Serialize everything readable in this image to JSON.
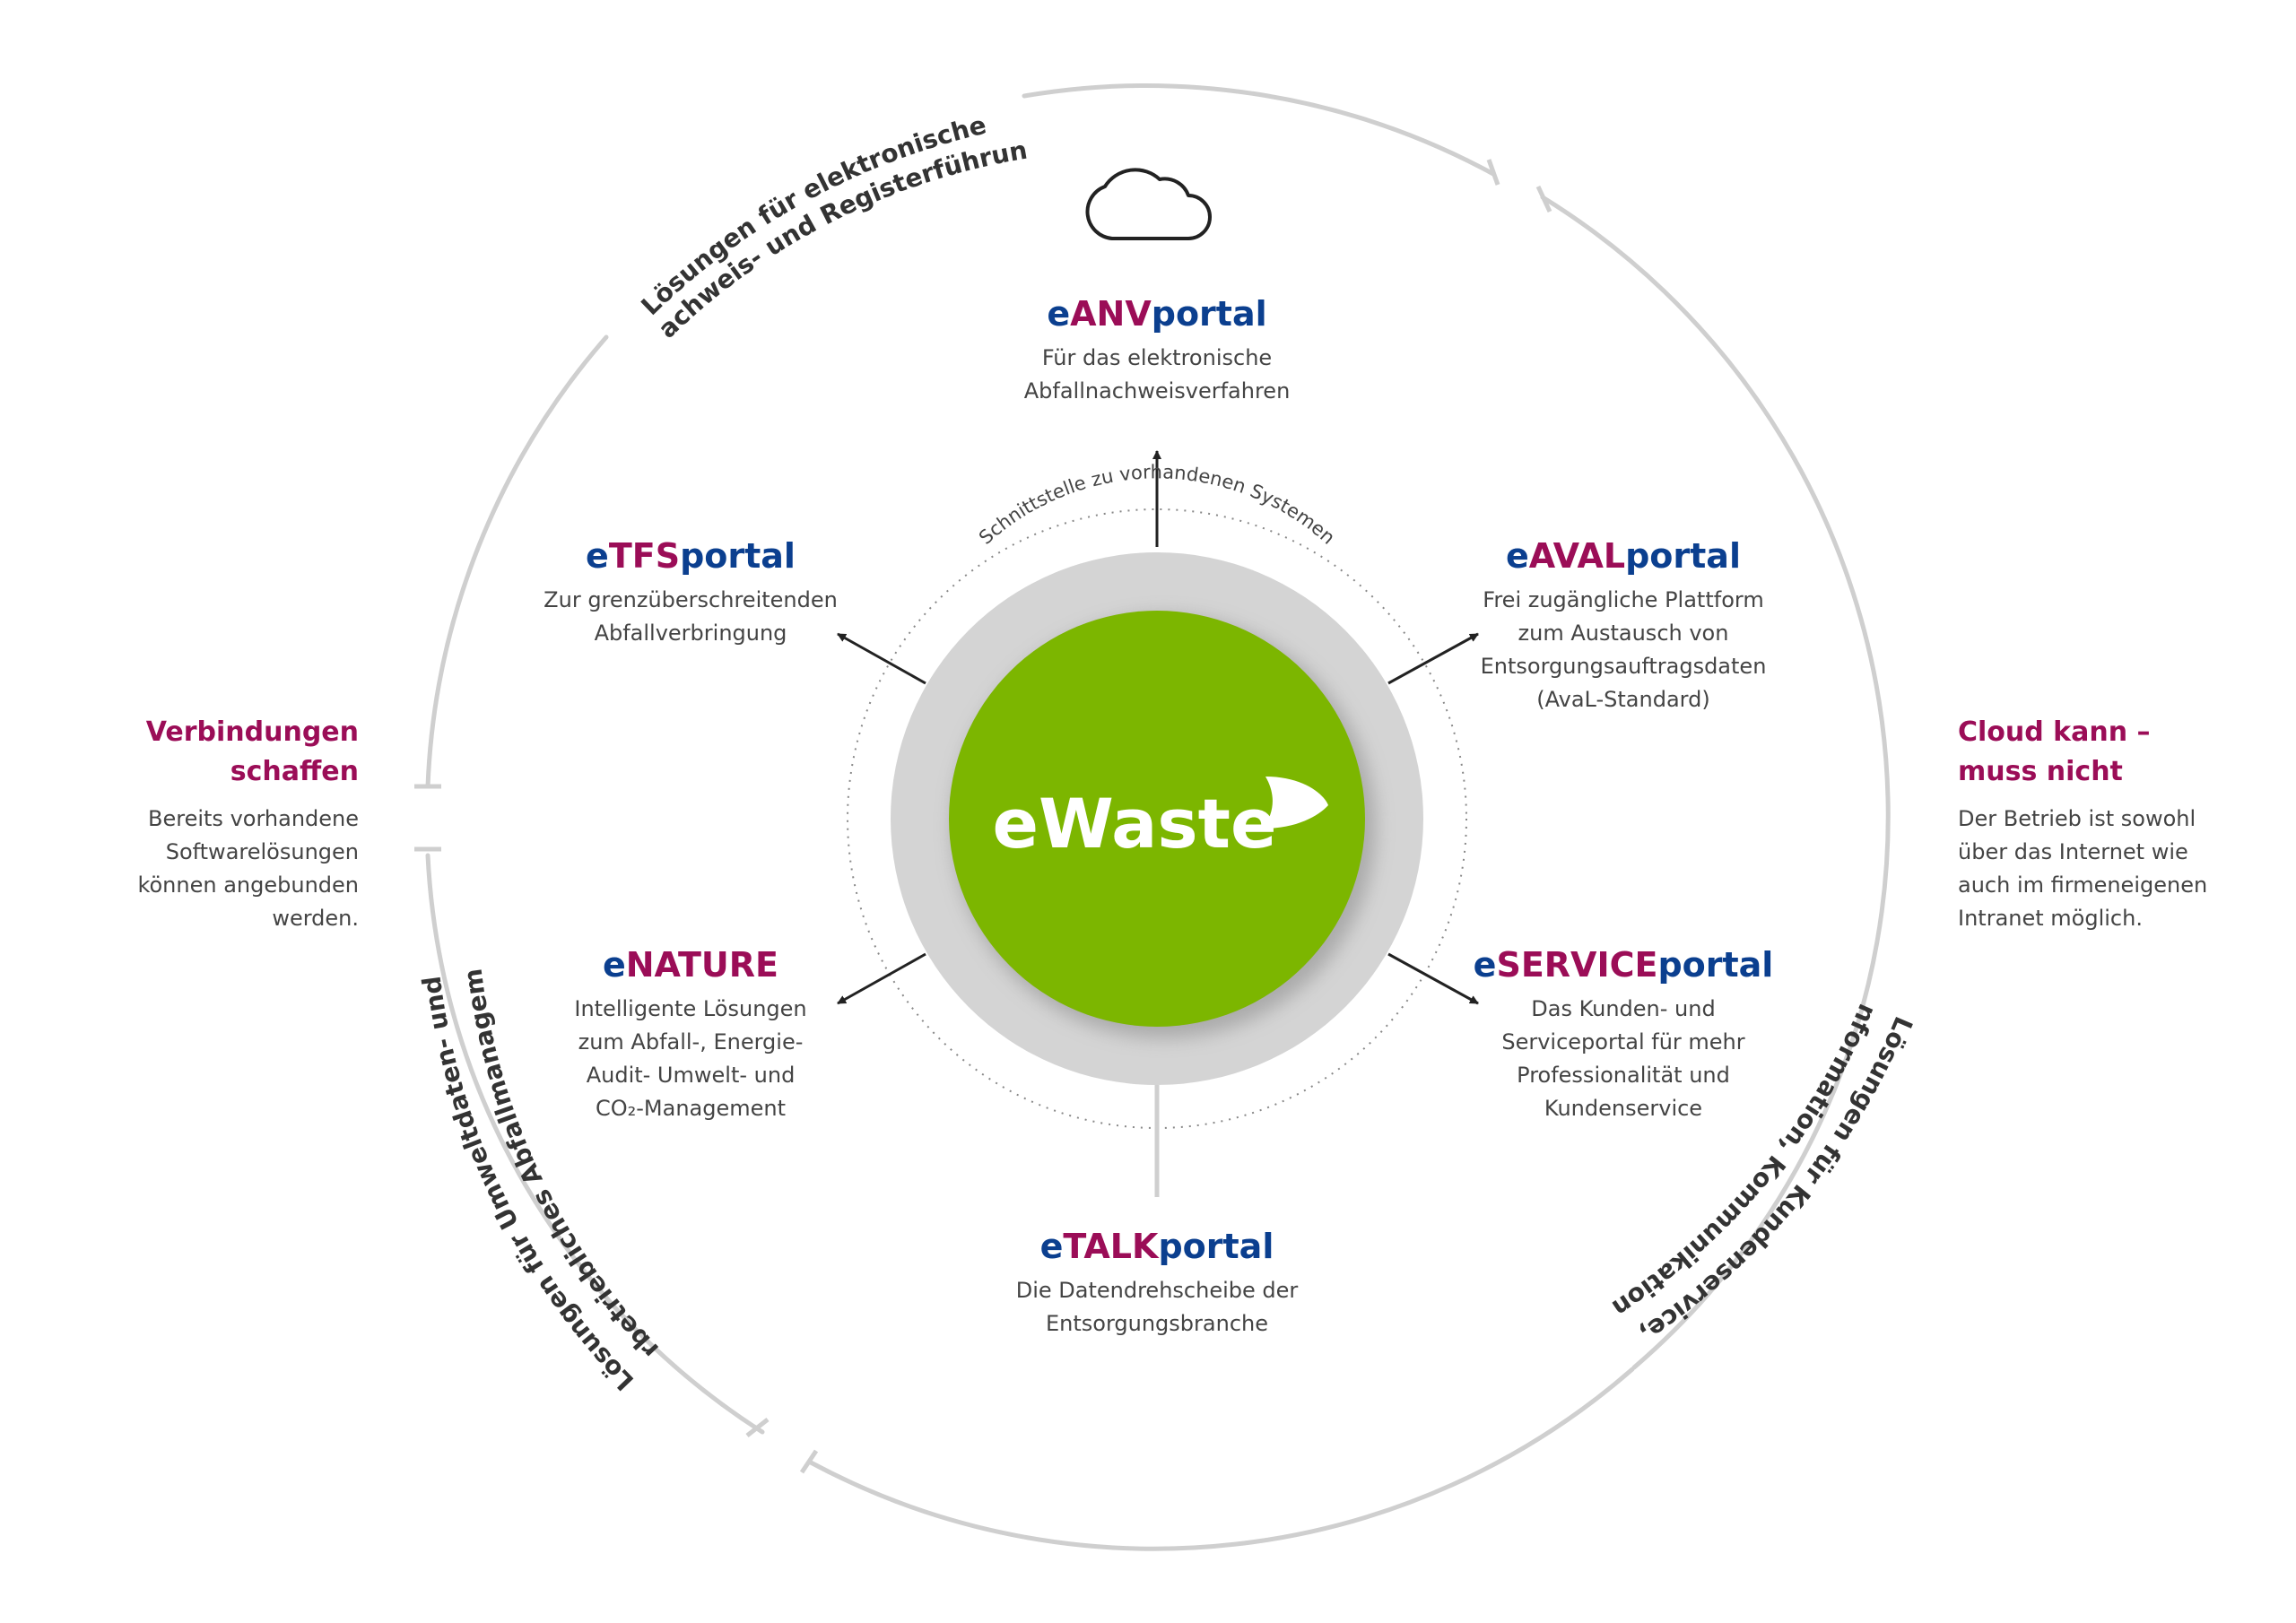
{
  "colors": {
    "brand_blue": "#0b3f8f",
    "brand_magenta": "#9b0d57",
    "center_green": "#7cb600",
    "ring_gray": "#d1d1d1",
    "line_gray": "#cfcfcf",
    "text_dark": "#333333"
  },
  "center": {
    "logo_text": "eWaste",
    "ring_label": "Schnittstelle zu vorhandenen Systemen"
  },
  "cloud_icon": "cloud-icon",
  "portals": {
    "eanv": {
      "prefix": "e",
      "highlight": "ANV",
      "suffix": "portal",
      "description": [
        "Für das elektronische",
        "Abfallnachweisverfahren"
      ]
    },
    "etfs": {
      "prefix": "e",
      "highlight": "TFS",
      "suffix": "portal",
      "description": [
        "Zur grenzüberschreitenden",
        "Abfallverbringung"
      ]
    },
    "eaval": {
      "prefix": "e",
      "highlight": "AVAL",
      "suffix": "portal",
      "description": [
        "Frei zugängliche Plattform",
        "zum Austausch von",
        "Entsorgungsauftragsdaten",
        "(AvaL-Standard)"
      ]
    },
    "enature": {
      "prefix": "e",
      "highlight": "NATURE",
      "suffix": "",
      "description": [
        "Intelligente Lösungen",
        "zum Abfall-, Energie-",
        "Audit- Umwelt- und",
        "CO₂-Management"
      ]
    },
    "eservice": {
      "prefix": "e",
      "highlight": "SERVICE",
      "suffix": "portal",
      "description": [
        "Das Kunden- und",
        "Serviceportal für mehr",
        "Professionalität und",
        "Kundenservice"
      ]
    },
    "etalk": {
      "prefix": "e",
      "highlight": "TALK",
      "suffix": "portal",
      "description": [
        "Die Datendrehscheibe der",
        "Entsorgungsbranche"
      ]
    }
  },
  "side_notes": {
    "left": {
      "title": [
        "Verbindungen",
        "schaffen"
      ],
      "description": [
        "Bereits vorhandene",
        "Softwarelösungen",
        "können angebunden",
        "werden."
      ]
    },
    "right": {
      "title": [
        "Cloud kann –",
        "muss nicht"
      ],
      "description": [
        "Der Betrieb ist sowohl",
        "über das Internet wie",
        "auch im firmeneigenen",
        "Intranet möglich."
      ]
    }
  },
  "arc_labels": {
    "top_left": [
      "Lösungen für elektronische",
      "Nachweis- und Registerführung"
    ],
    "right": [
      "Lösungen für Kundenservice,",
      "Information, Kommunikation"
    ],
    "bottom_left": [
      "Lösungen für Umweltdaten- und",
      "innerbetriebliches Abfallmanagement"
    ]
  }
}
